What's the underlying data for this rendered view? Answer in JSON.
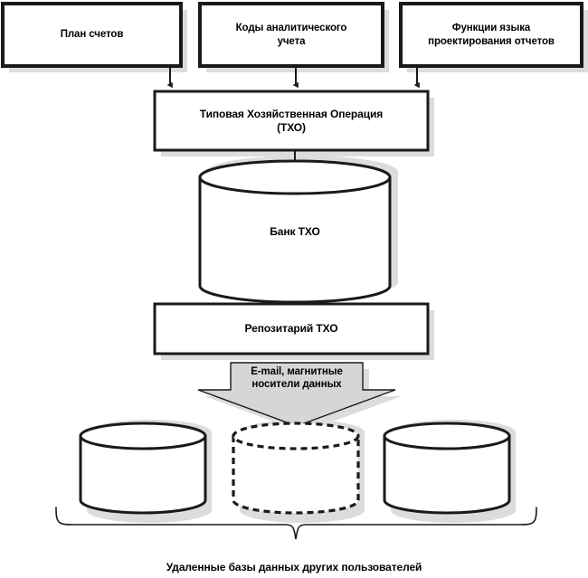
{
  "diagram": {
    "title_caption": "Удаленные базы данных других пользователей",
    "colors": {
      "stroke": "#1a1a1a",
      "fill": "#ffffff",
      "shadow": "#d9d9d9",
      "arrow_fill": "#d4d4d4",
      "text": "#000000"
    },
    "top_row": [
      {
        "id": "plan-schetov",
        "label": "План счетов"
      },
      {
        "id": "kody-analiticheskogo-ucheta",
        "label": "Коды аналитического\nучета"
      },
      {
        "id": "funkcii-yazyka",
        "label": "Функции языка\nпроектирования отчетов"
      }
    ],
    "process": {
      "label_line1": "Типовая Хозяйственная Операция",
      "label_line2": "(ТХО)"
    },
    "bank": {
      "label": "Банк ТХО"
    },
    "repository": {
      "label": "Репозитарий ТХО"
    },
    "transfer_arrow": {
      "label_line1": "E-mail, магнитные",
      "label_line2": "носители данных"
    },
    "remote_databases": [
      {
        "id": "remote-db-left",
        "style": "solid",
        "label": ""
      },
      {
        "id": "remote-db-middle",
        "style": "dashed",
        "label": ""
      },
      {
        "id": "remote-db-right",
        "style": "solid",
        "label": ""
      }
    ]
  }
}
